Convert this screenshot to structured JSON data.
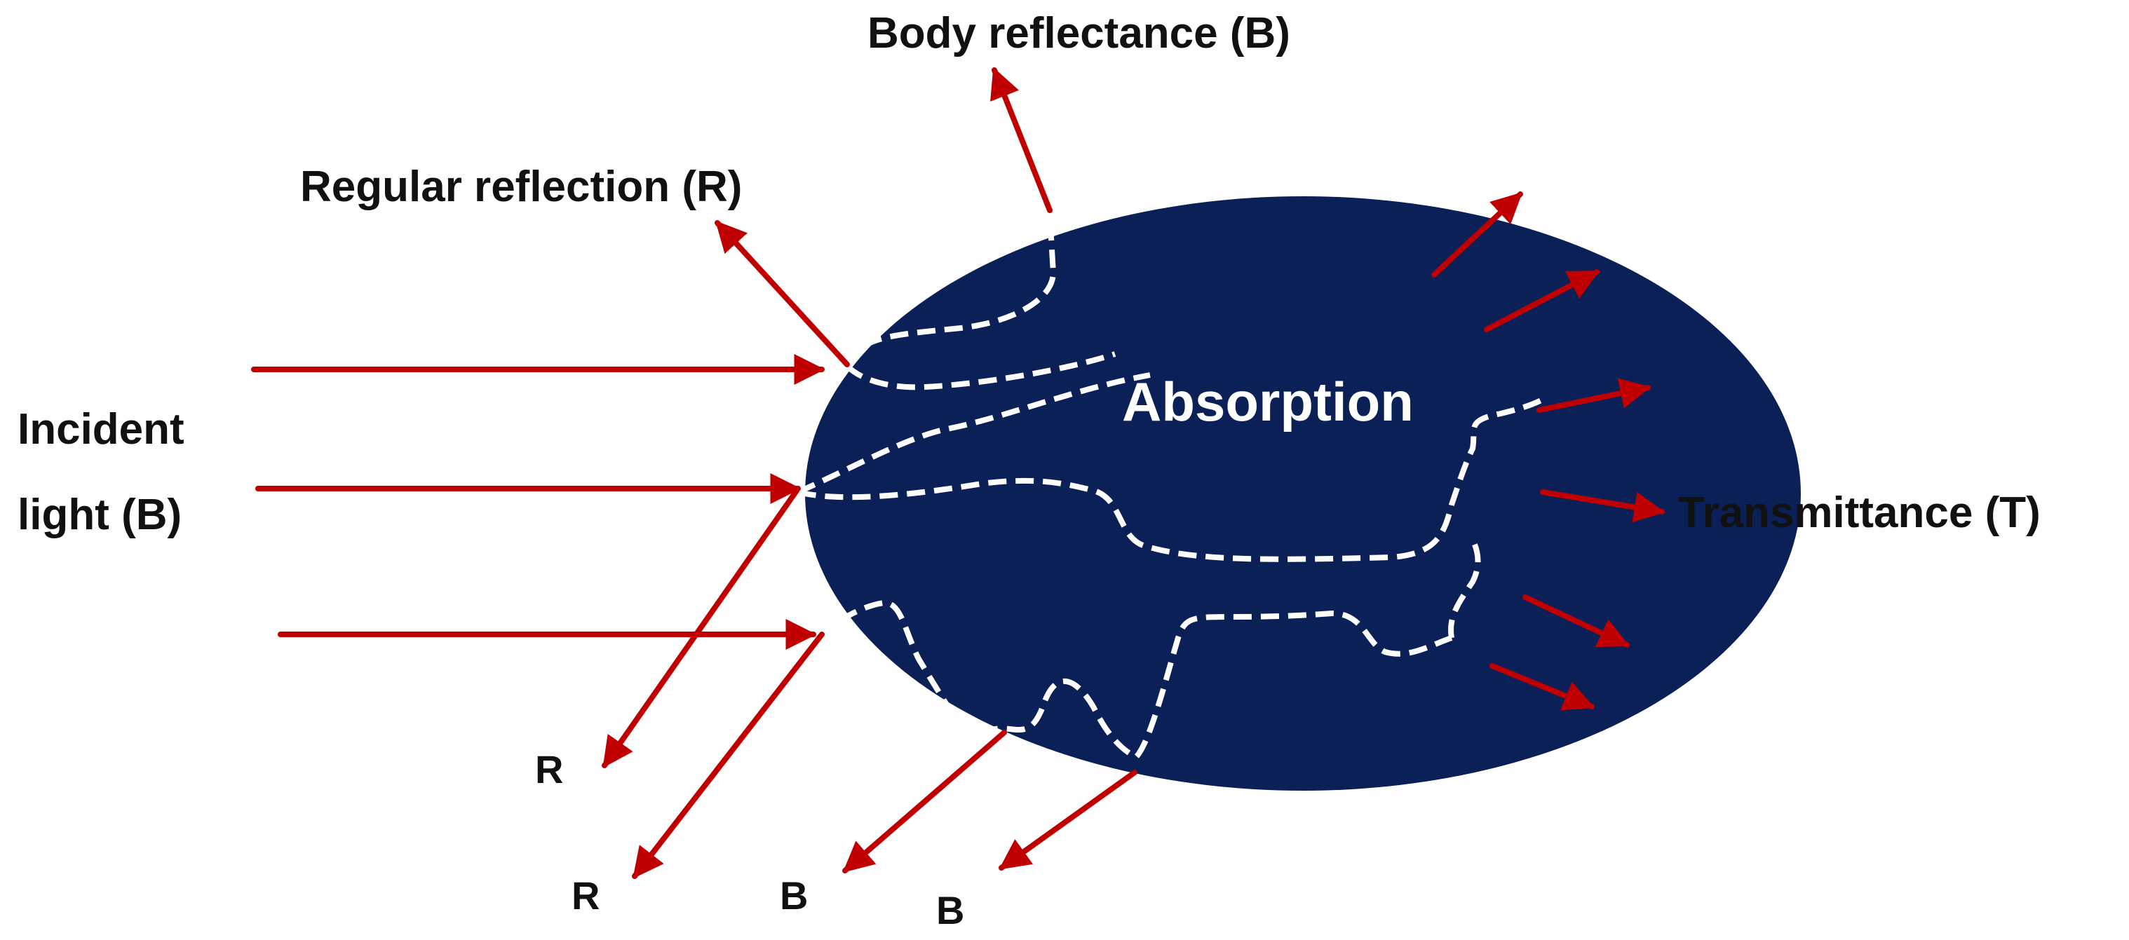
{
  "colors": {
    "object_fill": "#0c2058",
    "arrow": "#c00000",
    "path_dashes": "#ffffff",
    "text": "#111111",
    "absorption_text": "#ffffff"
  },
  "labels": {
    "body_reflectance": "Body reflectance (B)",
    "regular_reflection": "Regular reflection (R)",
    "incident_line1": "Incident",
    "incident_line2": "light (B)",
    "absorption": "Absorption",
    "transmittance": "Transmittance (T)",
    "r1": "R",
    "r2": "R",
    "b1": "B",
    "b2": "B"
  }
}
